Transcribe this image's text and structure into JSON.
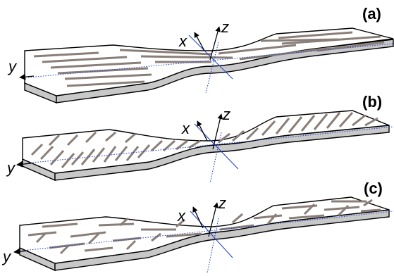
{
  "panels": [
    {
      "id": "a",
      "label": "(a)",
      "axes": {
        "x": "x",
        "y": "y",
        "z": "z"
      },
      "fiber_angle_deg": 0
    },
    {
      "id": "b",
      "label": "(b)",
      "axes": {
        "x": "x",
        "y": "y",
        "z": "z"
      },
      "fiber_angle_deg": 45
    },
    {
      "id": "c",
      "label": "(c)",
      "axes": {
        "x": "x",
        "y": "y",
        "z": "z"
      },
      "fiber_angle_deg": 0,
      "fiber_mix": "mixed"
    }
  ],
  "colors": {
    "fiber": "#8a7e78",
    "axis_line": "#2040c8",
    "specimen_side": "#c8c8c8",
    "outline": "#000000"
  }
}
